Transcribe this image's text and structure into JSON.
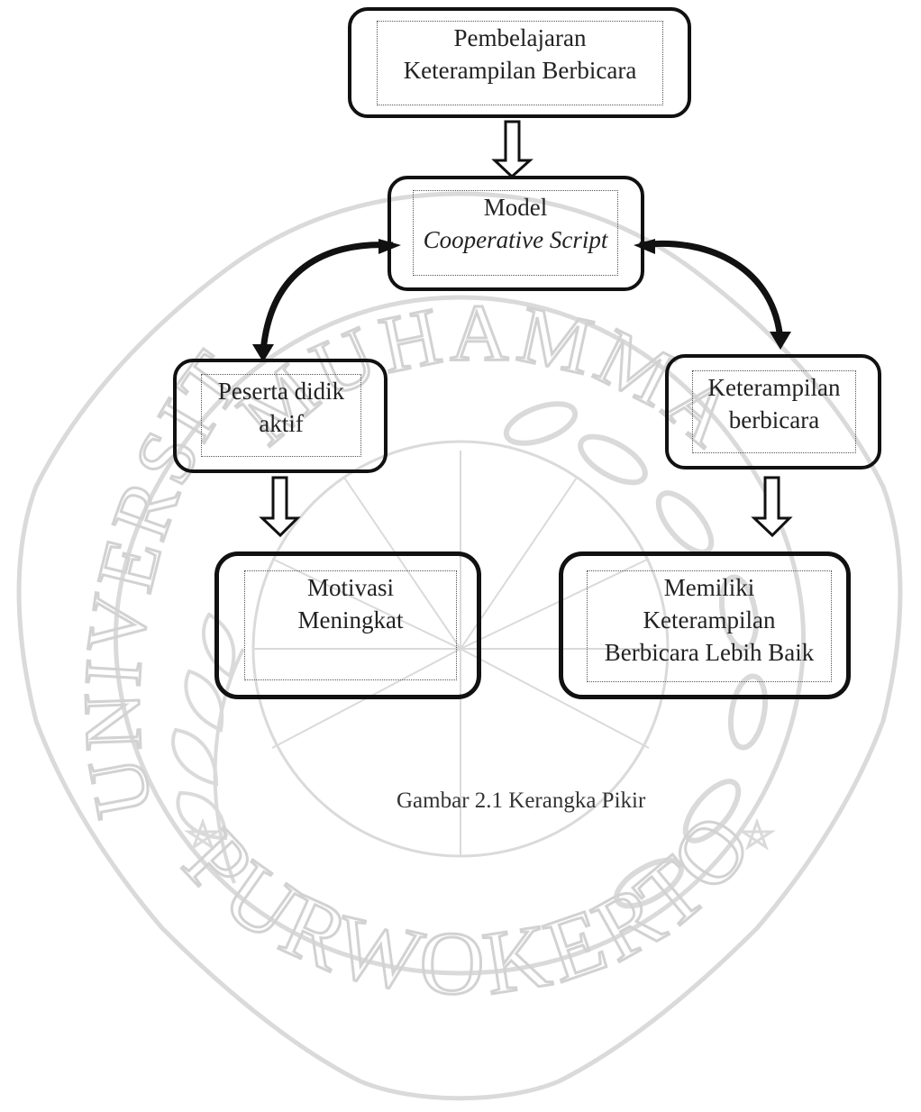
{
  "nodes": {
    "top": {
      "line1": "Pembelajaran",
      "line2": "Keterampilan Berbicara"
    },
    "model": {
      "line1": "Model",
      "line2": "Cooperative Script"
    },
    "left": {
      "line1": "Peserta didik",
      "line2": "aktif"
    },
    "right": {
      "line1": "Keterampilan",
      "line2": "berbicara"
    },
    "left_bottom": {
      "line1": "Motivasi",
      "line2": "Meningkat"
    },
    "right_bottom": {
      "line1": "Memiliki",
      "line2": "Keterampilan",
      "line3": "Berbicara Lebih Baik"
    }
  },
  "caption": "Gambar 2.1 Kerangka Pikir",
  "watermark": {
    "arc_text_top": "MUHAMMADIYAH",
    "arc_text_left": "UNIVERSITAS",
    "arc_text_bottom": "PURWOKERTO"
  },
  "colors": {
    "stroke": "#111111",
    "watermark": "#cfcfcf"
  }
}
